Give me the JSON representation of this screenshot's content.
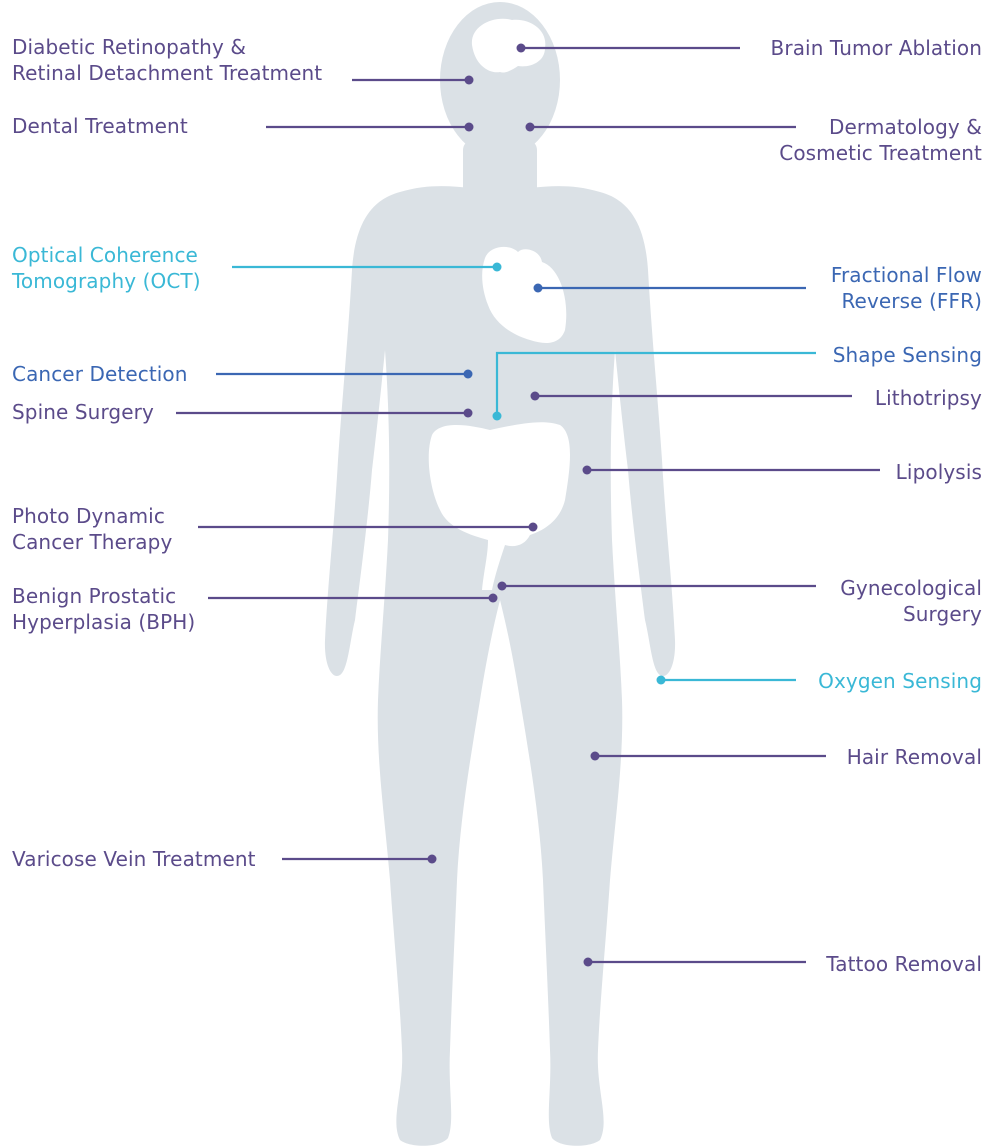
{
  "colors": {
    "body": "#dbe1e6",
    "organ": "#ffffff",
    "purple": "#5b4b8a",
    "blue": "#3b67b3",
    "cyan": "#3ab8d6"
  },
  "labels": {
    "brain_tumor": [
      "Brain Tumor Ablation"
    ],
    "diabetic": [
      "Diabetic Retinopathy &",
      "Retinal Detachment Treatment"
    ],
    "dental": [
      "Dental Treatment"
    ],
    "dermatology": [
      "Dermatology &",
      "Cosmetic Treatment"
    ],
    "oct": [
      "Optical Coherence",
      "Tomography (OCT)"
    ],
    "ffr": [
      "Fractional Flow",
      "Reverse (FFR)"
    ],
    "shape_sensing": [
      "Shape Sensing"
    ],
    "cancer_detection": [
      "Cancer Detection"
    ],
    "spine_surgery": [
      "Spine Surgery"
    ],
    "lithotripsy": [
      "Lithotripsy"
    ],
    "lipolysis": [
      "Lipolysis"
    ],
    "photo_dynamic": [
      "Photo Dynamic",
      "Cancer Therapy"
    ],
    "bph": [
      "Benign Prostatic",
      "Hyperplasia (BPH)"
    ],
    "gynecological": [
      "Gynecological",
      "Surgery"
    ],
    "oxygen_sensing": [
      "Oxygen Sensing"
    ],
    "hair_removal": [
      "Hair Removal"
    ],
    "varicose": [
      "Varicose Vein Treatment"
    ],
    "tattoo": [
      "Tattoo Removal"
    ]
  }
}
